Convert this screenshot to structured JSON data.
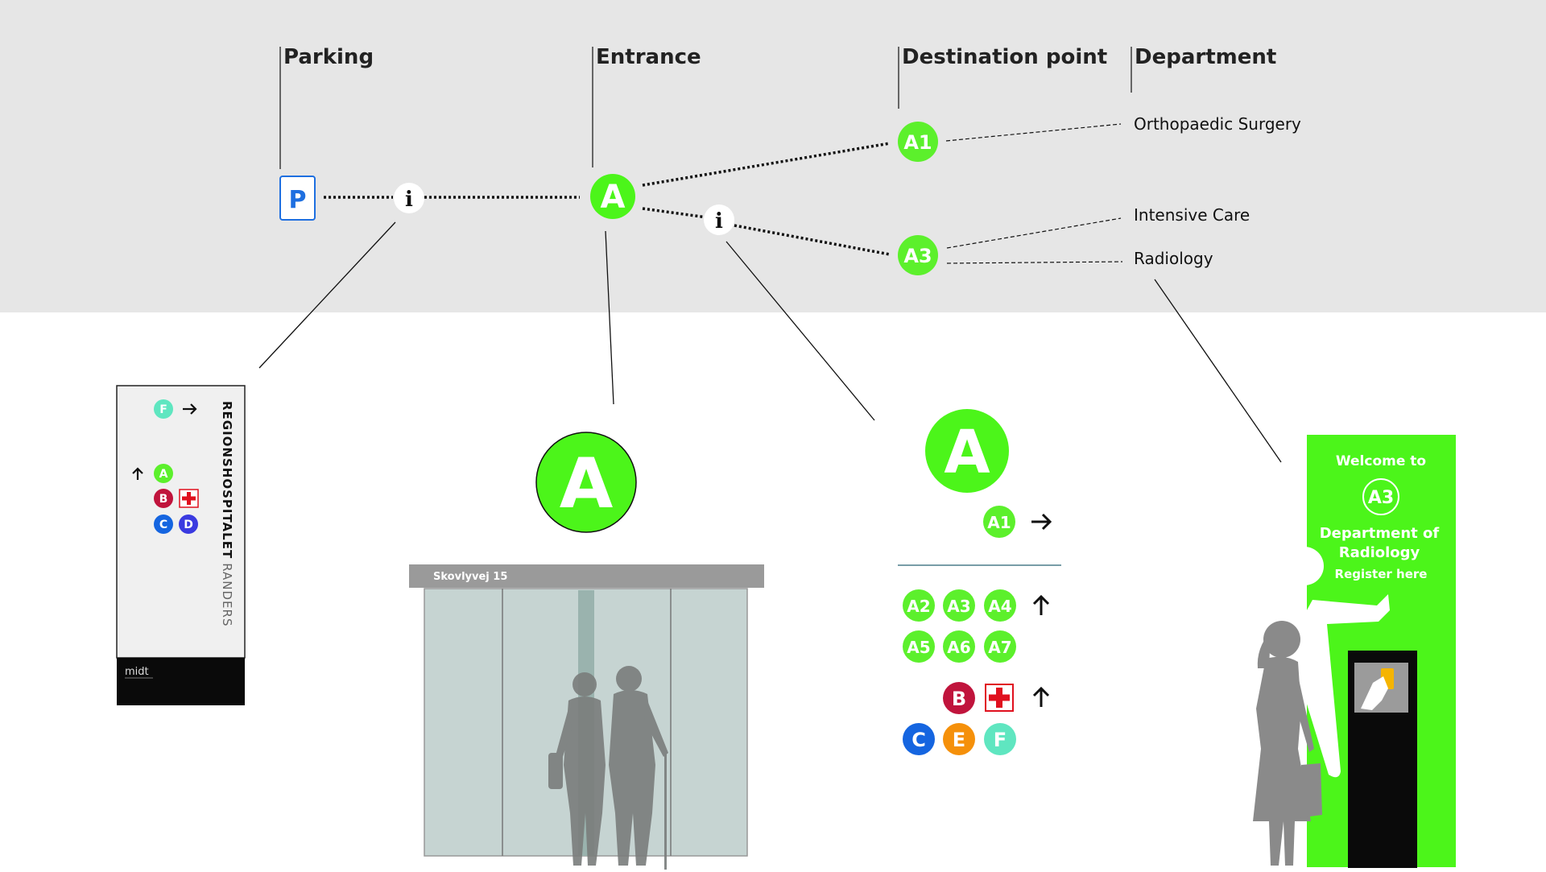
{
  "headers": {
    "parking": "Parking",
    "entrance": "Entrance",
    "destination": "Destination point",
    "department": "Department"
  },
  "departments": {
    "orthopaedic": "Orthopaedic Surgery",
    "intensive": "Intensive Care",
    "radiology": "Radiology"
  },
  "nodes": {
    "parking": "P",
    "info": "i",
    "entrance": "A",
    "a1": "A1",
    "a3": "A3"
  },
  "pylon": {
    "title_bold": "REGIONSHOSPITALET",
    "title_light": "RANDERS",
    "letters": [
      "F",
      "A",
      "B",
      "C",
      "D"
    ],
    "brand": "midt"
  },
  "entrance_sign": {
    "letter": "A",
    "address": "Skovlyvej 15"
  },
  "directory": {
    "letter": "A",
    "right_item": "A1",
    "up_items": [
      "A2",
      "A3",
      "A4",
      "A5",
      "A6",
      "A7"
    ],
    "other_up": [
      "B"
    ],
    "bottom": [
      "C",
      "E",
      "F"
    ]
  },
  "kiosk": {
    "welcome": "Welcome to",
    "code": "A3",
    "dept_line1": "Department of",
    "dept_line2": "Radiology",
    "register": "Register here"
  },
  "colors": {
    "green": "#5cf02c",
    "bright_green": "#4cf51a",
    "red": "#c0143c",
    "blue": "#1565e0",
    "purple": "#3a3ae0",
    "orange": "#f5900a",
    "mint": "#5fe6c0",
    "parking_blue": "#1e6fe0"
  }
}
